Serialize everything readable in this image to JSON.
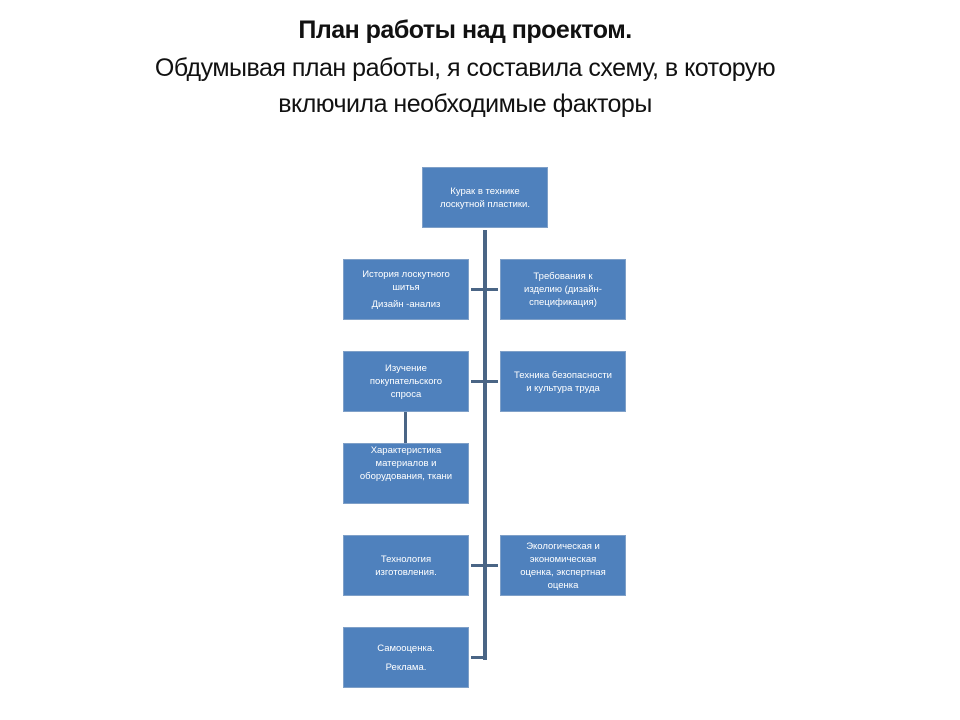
{
  "title": {
    "line1": "План работы над проектом.",
    "line2": "Обдумывая план работы, я составила схему, в которую",
    "line3": "включила необходимые факторы"
  },
  "diagram": {
    "root": [
      "Курак в технике",
      "лоскутной  пластики."
    ],
    "left": [
      [
        "История лоскутного",
        "шитья",
        "Дизайн -анализ"
      ],
      [
        "Изучение",
        "покупательского",
        "спроса"
      ],
      [
        "Характеристика",
        "материалов и",
        "оборудования, ткани"
      ],
      [
        "Технология",
        "изготовления."
      ],
      [
        "Самооценка.",
        "Реклама."
      ]
    ],
    "right": [
      [
        "Требования к",
        "изделию (дизайн-",
        "спецификация)"
      ],
      [
        "Техника безопасности",
        "и культура труда"
      ],
      [
        "Экологическая и",
        "экономическая",
        "оценка, экспертная",
        "оценка"
      ]
    ],
    "colors": {
      "box": "#4f81bd",
      "connector": "#4a6585"
    }
  }
}
